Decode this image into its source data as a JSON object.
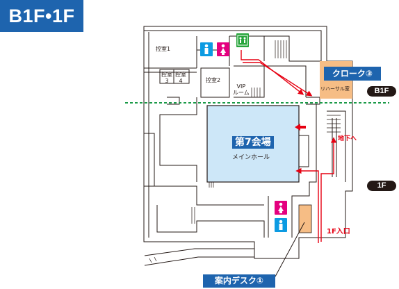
{
  "header": {
    "floor_title": "B1F•1F"
  },
  "floor_markers": {
    "b1f": "B1F",
    "f1": "1F"
  },
  "rooms": {
    "hikae1": "控室1",
    "hikae2": "控室2",
    "hikae3": [
      "控室",
      "3"
    ],
    "hikae4": [
      "控室",
      "4"
    ],
    "vip": [
      "VIP",
      "ルーム"
    ],
    "rehearsal": "リハーサル室"
  },
  "venue": {
    "name": "第7会場",
    "subtitle": "メインホール"
  },
  "tags": {
    "cloak": "クローク③",
    "info_desk": "案内デスク①"
  },
  "routes": {
    "to_basement": "地下へ",
    "entrance": "1F入口"
  },
  "colors": {
    "brand_blue": "#1e64ae",
    "hall_fill": "#cde7f8",
    "highlight_orange": "#f6bd85",
    "restroom_male": "#0c9be2",
    "restroom_female": "#e4007f",
    "accessible": "#27a53b",
    "route_red": "#e60012",
    "divider_green": "#1a9a48"
  },
  "icons": [
    "male-restroom-icon",
    "female-restroom-icon",
    "accessible-restroom-icon"
  ]
}
